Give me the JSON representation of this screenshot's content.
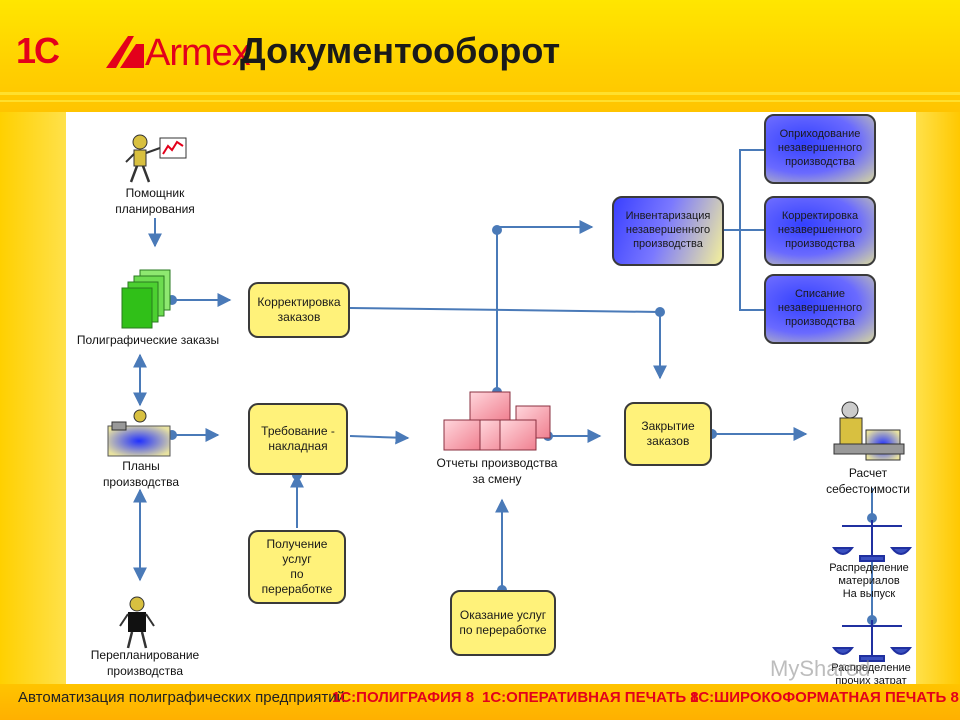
{
  "header": {
    "logo_1c": "1С",
    "logo_armex": "Armex",
    "title": "Документооборот"
  },
  "nodes": {
    "assistant": "Помощник\nпланирования",
    "orders": "Полиграфические заказы",
    "plans": "Планы\nпроизводства",
    "replan": "Перепланирование\nпроизводства",
    "correction": "Корректировка\nзаказов",
    "requirement": "Требование -\nнакладная",
    "receiving": "Получение\nуслуг\nпо\nпереработке",
    "reports": "Отчеты производства\nза смену",
    "services": "Оказание услуг\nпо переработке",
    "closing": "Закрытие\nзаказов",
    "inventory": "Инвентаризация\nнезавершенного\nпроизводства",
    "wip_receipt": "Оприходование\nнезавершенного\nпроизводства",
    "wip_correction": "Корректировка\nнезавершенного\nпроизводства",
    "wip_writeoff": "Списание\nнезавершенного\nпроизводства",
    "costing": "Расчет\nсебестоимости",
    "materials_dist": "Распределение\nматериалов\nНа выпуск",
    "other_dist": "Распределение\nпрочих затрат"
  },
  "footer": {
    "text1": "Автоматизация полиграфических предприятий",
    "text2": "1С:ПОЛИГРАФИЯ 8",
    "text3": "1С:ОПЕРАТИВНАЯ ПЕЧАТЬ 8",
    "text4": "1С:ШИРОКОФОРМАТНАЯ ПЕЧАТЬ 8"
  },
  "watermark": "MyShared",
  "colors": {
    "accent_red": "#e3001b",
    "line": "#4a7ab8",
    "box_yellow": "#fff27a",
    "box_blue": "#3340ff"
  }
}
